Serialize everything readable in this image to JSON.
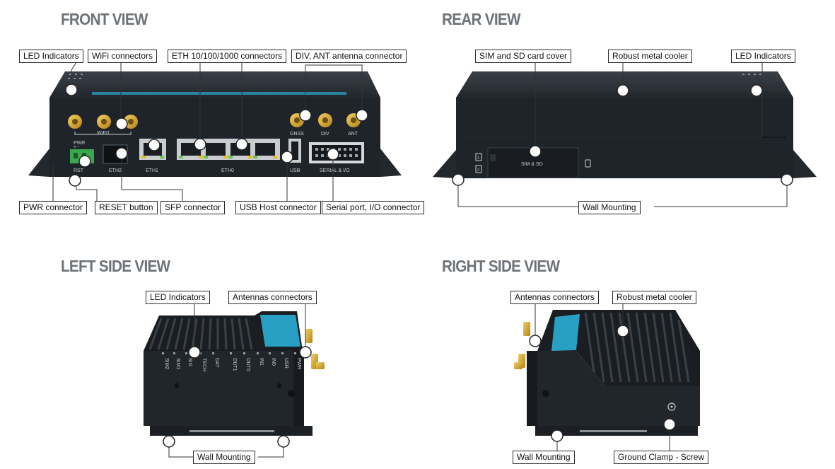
{
  "headings": {
    "front": "FRONT VIEW",
    "rear": "REAR VIEW",
    "left": "LEFT SIDE VIEW",
    "right": "RIGHT SIDE VIEW"
  },
  "front_labels": {
    "led": "LED Indicators",
    "wifi": "WiFi connectors",
    "eth": "ETH 10/100/1000 connectors",
    "div_ant": "DIV, ANT antenna connector",
    "pwr": "PWR connector",
    "reset": "RESET button",
    "sfp": "SFP connector",
    "usb": "USB Host connector",
    "serial": "Serial port, I/O connector"
  },
  "front_port_text": {
    "pwr": "PWR",
    "plus_minus": "+   -",
    "rst": "RST",
    "wifi1": "WIFI1",
    "eth2": "ETH2",
    "eth1": "ETH1",
    "eth0": "ETH0",
    "usb": "USB",
    "serial": "SERIAL & I/O",
    "gnss": "GNSS",
    "div": "DIV",
    "ant": "ANT"
  },
  "rear_labels": {
    "sim_cover": "SIM and SD card cover",
    "cooler": "Robust metal cooler",
    "led": "LED Indicators",
    "wall": "Wall Mounting"
  },
  "rear_port_text": {
    "sim_sd": "SIM & SD",
    "slot1": "1",
    "slot2": "2"
  },
  "left_labels": {
    "led": "LED Indicators",
    "antennas": "Antennas connectors",
    "wall": "Wall Mounting"
  },
  "left_led_text": [
    "SIM2",
    "SIM1",
    "SIG",
    "TECH",
    "DAT",
    "OUT1",
    "OUT0",
    "IN1",
    "IN0",
    "USR",
    "PWR"
  ],
  "right_labels": {
    "antennas": "Antennas connectors",
    "cooler": "Robust metal cooler",
    "wall": "Wall Mounting",
    "ground": "Ground Clamp - Screw"
  },
  "colors": {
    "heading": "#6e7378",
    "device": "#252a30",
    "device_dark": "#171b20",
    "accent_blue": "#2a9bbf",
    "gold": "#d6a526",
    "green_terminal": "#3aa84f"
  }
}
